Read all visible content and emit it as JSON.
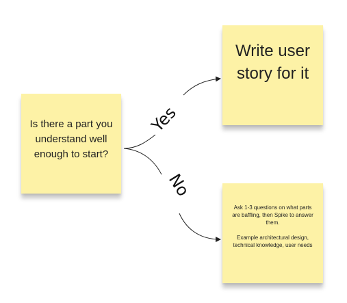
{
  "notes": {
    "question": "Is there a part you understand well enough to start?",
    "write_story": "Write user story for it",
    "spike": {
      "line1": "Ask 1-3 questions on what parts are baffling, then Spike to answer them.",
      "line2": "Example architectural design, technical knowledge, user needs"
    }
  },
  "branches": {
    "yes": "Yes",
    "no": "No"
  },
  "colors": {
    "sticky_note": "#fdf2a6",
    "connector": "#222222"
  }
}
